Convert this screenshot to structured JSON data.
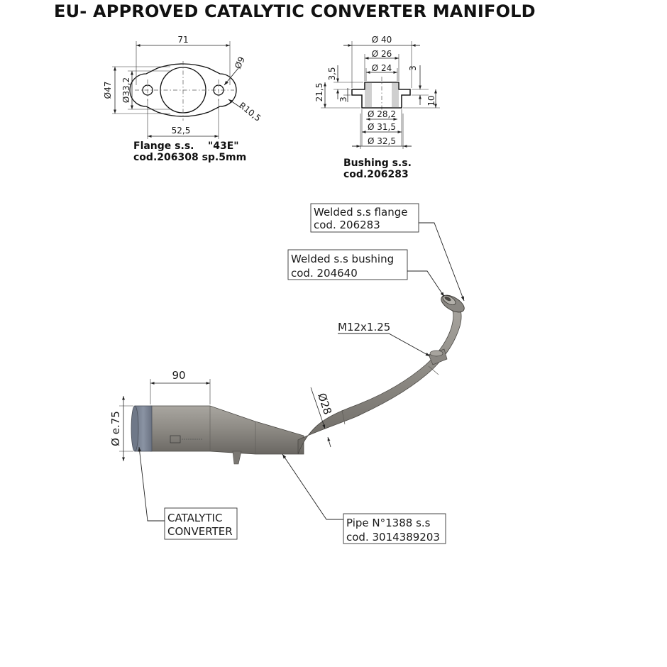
{
  "title": "EU- APPROVED CATALYTIC CONVERTER MANIFOLD",
  "flange": {
    "dims": {
      "width": "71",
      "hole": "9",
      "height": "47",
      "bore": "33,2",
      "radius": "R10,5",
      "spacing": "52,5"
    },
    "caption_line1": "Flange s.s.    \"43E\"",
    "caption_line2": "cod.206308 sp.5mm"
  },
  "bushing": {
    "dims": {
      "d40": "40",
      "d26": "26",
      "d24": "24",
      "h35": "3,5",
      "h3_right": "3",
      "h215": "21,5",
      "h3_left": "3",
      "h10": "10",
      "d282": "28,2",
      "d315": "31,5",
      "d325": "32,5"
    },
    "diameter_symbol": "Ø",
    "caption_line1": "Bushing s.s.",
    "caption_line2": "cod.206283"
  },
  "assembly": {
    "callouts": {
      "flange_line1": "Welded s.s flange",
      "flange_line2": "cod. 206283",
      "bushing_line1": "Welded s.s bushing",
      "bushing_line2": "cod. 204640",
      "thread": "M12x1.25",
      "pipe_line1": "Pipe N°1388 s.s",
      "pipe_line2": "cod. 3014389203",
      "cat_line1": "CATALYTIC",
      "cat_line2": "CONVERTER"
    },
    "dims": {
      "length90": "90",
      "pipe_dia": "Ø28",
      "cat_dia": "Ø e.75"
    }
  },
  "colors": {
    "pipe": "#8f8c86",
    "pipe_dark": "#6e6b66",
    "cat_band": "#7d8595",
    "text": "#111111"
  }
}
